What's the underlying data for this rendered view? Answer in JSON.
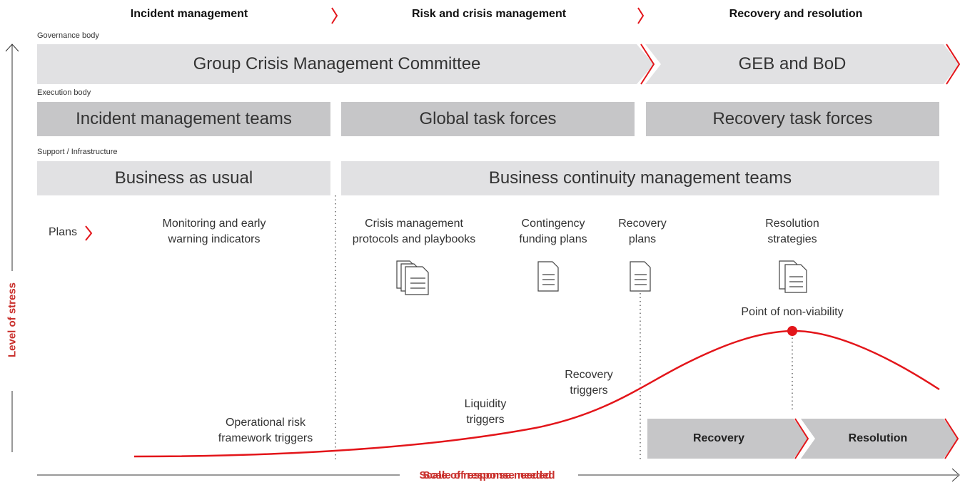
{
  "phases": [
    "Incident management",
    "Risk and crisis management",
    "Recovery and resolution"
  ],
  "sections": {
    "governance": "Governance body",
    "execution": "Execution body",
    "support": "Support / Infrastructure"
  },
  "governance_bars": [
    "Group Crisis Management Committee",
    "GEB and BoD"
  ],
  "execution_bars": [
    "Incident management teams",
    "Global task forces",
    "Recovery task forces"
  ],
  "support_bars": [
    "Business as usual",
    "Business continuity management teams"
  ],
  "plans": {
    "label": "Plans",
    "items": [
      {
        "line1": "Monitoring and early",
        "line2": "warning indicators",
        "icon": "none"
      },
      {
        "line1": "Crisis management",
        "line2": "protocols and playbooks",
        "icon": "stacked-documents-icon"
      },
      {
        "line1": "Contingency",
        "line2": "funding plans",
        "icon": "document-icon"
      },
      {
        "line1": "Recovery",
        "line2": "plans",
        "icon": "document-icon"
      },
      {
        "line1": "Resolution",
        "line2": "strategies",
        "icon": "double-document-icon"
      }
    ]
  },
  "triggers": [
    {
      "line1": "Operational risk",
      "line2": "framework triggers"
    },
    {
      "line1": "Liquidity",
      "line2": "triggers"
    },
    {
      "line1": "Recovery",
      "line2": "triggers"
    }
  ],
  "point_label": "Point of non-viability",
  "stages": [
    "Recovery",
    "Resolution"
  ],
  "axes": {
    "y_label": "Level of stress",
    "x_label": "Scale of response needed"
  },
  "colors": {
    "accent": "#e3151a",
    "axis_text": "#c9302c",
    "bar_light": "#e1e1e3",
    "bar_dark": "#c6c6c8"
  }
}
